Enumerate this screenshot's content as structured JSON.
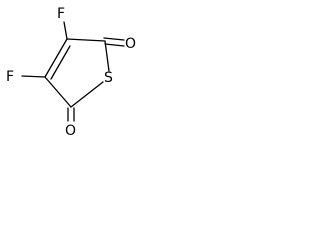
{
  "molecule": {
    "atoms": {
      "fluorine_top": "F",
      "fluorine_left": "F",
      "oxygen_top": "O",
      "sulfur": "S",
      "oxygen_bottom": "O"
    }
  }
}
